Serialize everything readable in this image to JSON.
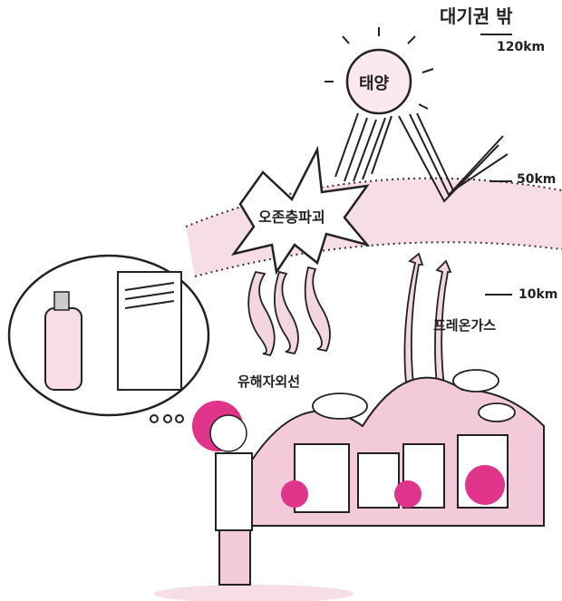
{
  "title": "대기권 밖",
  "altitudes": {
    "top": "120km",
    "mid": "50km",
    "low": "10km"
  },
  "sun_label": "태양",
  "ozone_label": "오존층파괴",
  "uv_label": "유해자외선",
  "cfc_label": "프레온가스",
  "colors": {
    "pink": "#f7dde6",
    "magenta": "#e0338a",
    "line": "#222222",
    "arrow_fill": "#f3d6e0"
  }
}
